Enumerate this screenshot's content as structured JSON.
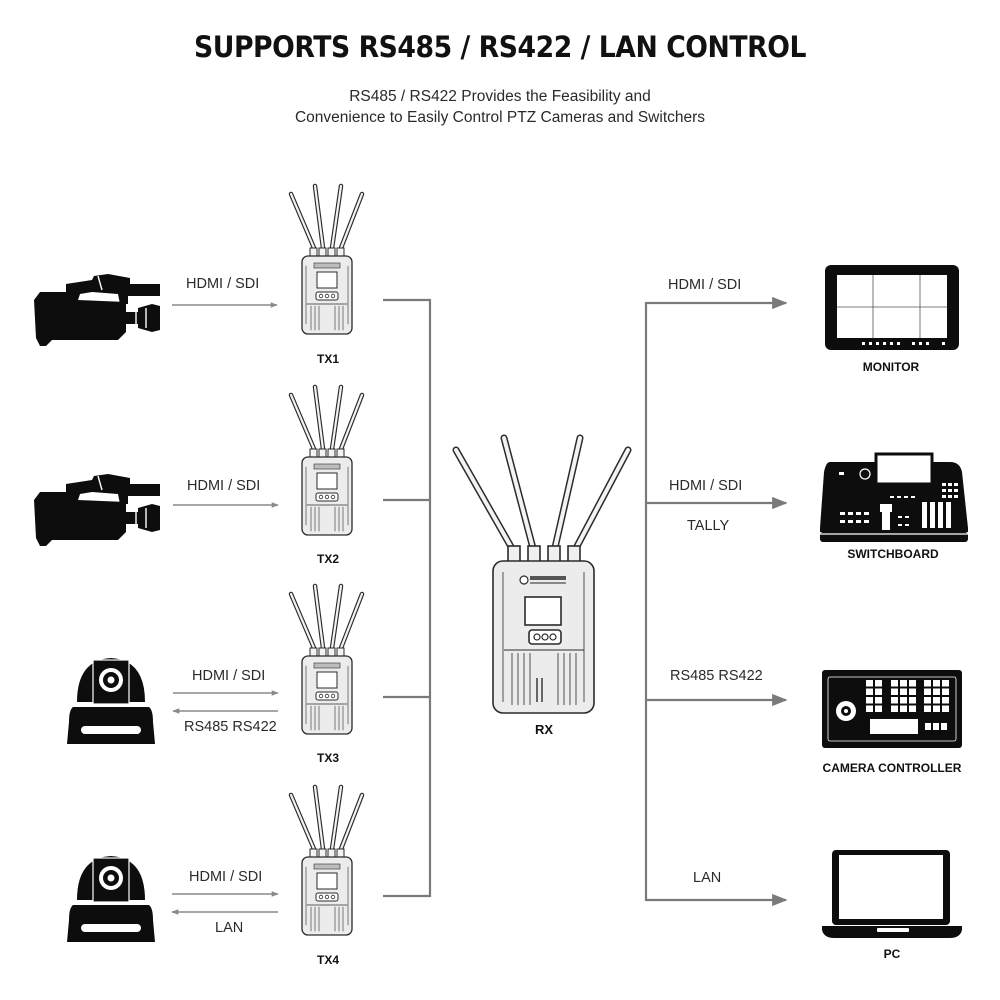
{
  "header": {
    "title": "SUPPORTS RS485 / RS422 / LAN CONTROL",
    "subtitle_line1": "RS485 / RS422 Provides the Feasibility and",
    "subtitle_line2": "Convenience to Easily Control PTZ Cameras and Switchers"
  },
  "sources": [
    {
      "id": "tx1",
      "device_icon": "camcorder-icon",
      "device_name": "TX1",
      "forward_label": "HDMI / SDI",
      "return_label": null
    },
    {
      "id": "tx2",
      "device_icon": "camcorder-icon",
      "device_name": "TX2",
      "forward_label": "HDMI / SDI",
      "return_label": null
    },
    {
      "id": "tx3",
      "device_icon": "ptz-camera-icon",
      "device_name": "TX3",
      "forward_label": "HDMI / SDI",
      "return_label": "RS485 RS422"
    },
    {
      "id": "tx4",
      "device_icon": "ptz-camera-icon",
      "device_name": "TX4",
      "forward_label": "HDMI / SDI",
      "return_label": "LAN"
    }
  ],
  "receiver": {
    "name": "RX",
    "icon": "wireless-receiver-icon"
  },
  "outputs": [
    {
      "id": "monitor",
      "name": "MONITOR",
      "icon": "monitor-icon",
      "label_above": "HDMI / SDI",
      "label_below": null
    },
    {
      "id": "switchboard",
      "name": "SWITCHBOARD",
      "icon": "switchboard-icon",
      "label_above": "HDMI / SDI",
      "label_below": "TALLY"
    },
    {
      "id": "camera-controller",
      "name": "CAMERA CONTROLLER",
      "icon": "camera-controller-icon",
      "label_above": "RS485 RS422",
      "label_below": null
    },
    {
      "id": "pc",
      "name": "PC",
      "icon": "laptop-icon",
      "label_above": "LAN",
      "label_below": null
    }
  ],
  "colors": {
    "line": "#7a7a7a",
    "icon": "#0d0d0d",
    "device_body": "#eeeeee",
    "device_outline": "#2b2b2b"
  }
}
